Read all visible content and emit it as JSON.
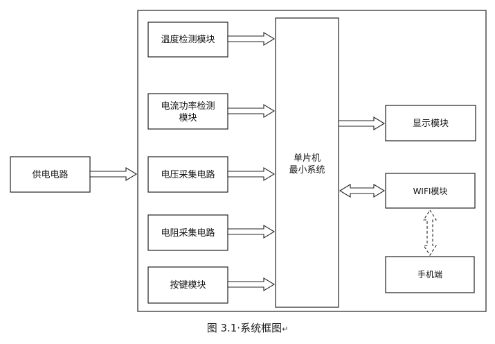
{
  "nodes": {
    "power": "供电电路",
    "temp": "温度检测模块",
    "current_power": [
      "电流功率检测",
      "模块"
    ],
    "voltage": "电压采集电路",
    "resistance": "电阻采集电路",
    "keys": "按键模块",
    "mcu": [
      "单片机",
      "最小系统"
    ],
    "display": "显示模块",
    "wifi": "WIFI模块",
    "phone": "手机端"
  },
  "caption": {
    "text": "图 3.1·系统框图",
    "mark": "↵"
  }
}
